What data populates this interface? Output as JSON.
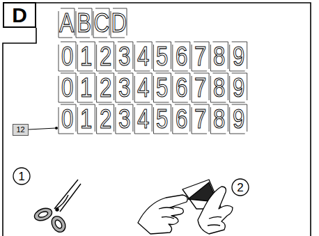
{
  "diagram": {
    "nodes": [
      {
        "text": [
          "D"
        ]
      },
      {
        "text": [
          "12"
        ]
      },
      {
        "text": [
          "1"
        ]
      },
      {
        "text": [
          "2"
        ]
      }
    ],
    "labels": [
      "A",
      "B",
      "C",
      "D",
      "0",
      "1",
      "2",
      "3",
      "4",
      "5",
      "6",
      "7",
      "8",
      "9",
      "0",
      "1",
      "2",
      "3",
      "4",
      "5",
      "6",
      "7",
      "8",
      "9",
      "0",
      "1",
      "2",
      "3",
      "4",
      "5",
      "6",
      "7",
      "8",
      "9"
    ]
  }
}
